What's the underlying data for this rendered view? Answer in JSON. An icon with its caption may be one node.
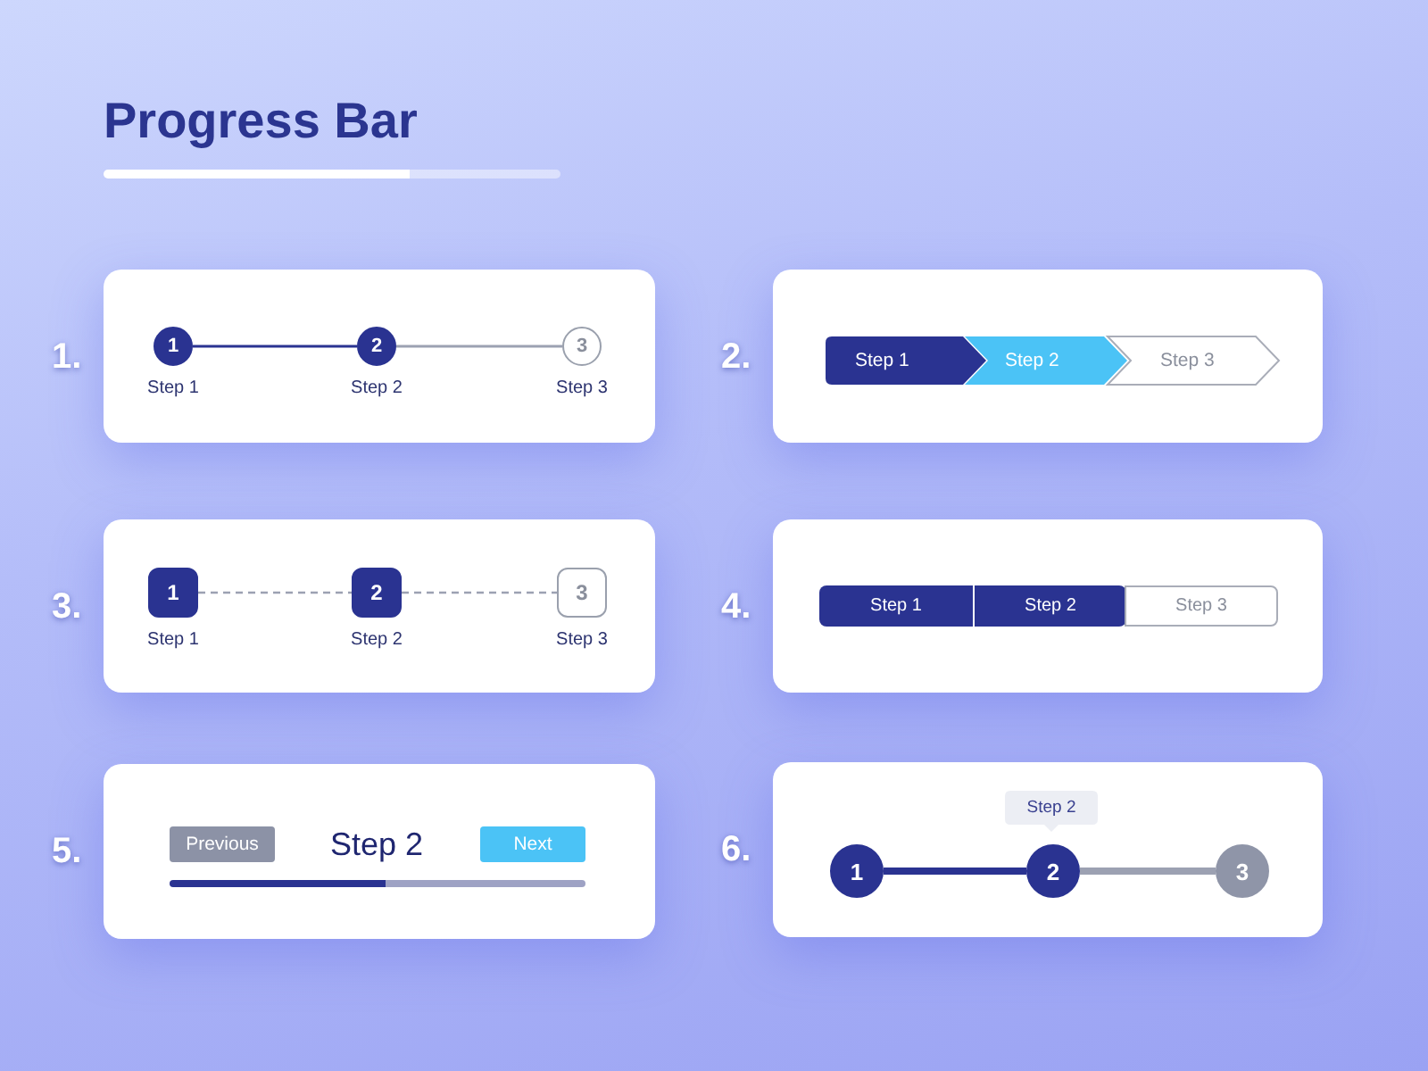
{
  "diagram": {
    "title": "Progress Bar",
    "nodes": [
      {
        "text": [],
        "shape": "box",
        "beside": [
          "1."
        ]
      },
      {
        "text": [
          "1"
        ],
        "in": 0,
        "beside": [
          "Step 1"
        ]
      },
      {
        "text": [
          "2"
        ],
        "in": 0,
        "beside": [
          "Step 2"
        ]
      },
      {
        "text": [
          "3"
        ],
        "in": 0,
        "beside": [
          "Step 3"
        ]
      },
      {
        "text": [],
        "shape": "box",
        "beside": [
          "2."
        ]
      },
      {
        "text": [
          "Step 1"
        ],
        "in": 4
      },
      {
        "text": [
          "Step 2"
        ],
        "in": 4
      },
      {
        "text": [
          "Step 3"
        ],
        "in": 4
      },
      {
        "text": [],
        "shape": "box",
        "beside": [
          "3."
        ]
      },
      {
        "text": [
          "1"
        ],
        "in": 8,
        "beside": [
          "Step 1"
        ]
      },
      {
        "text": [
          "2"
        ],
        "in": 8,
        "beside": [
          "Step 2"
        ]
      },
      {
        "text": [
          "3"
        ],
        "in": 8,
        "beside": [
          "Step 3"
        ]
      },
      {
        "text": [],
        "shape": "box",
        "beside": [
          "4."
        ]
      },
      {
        "text": [
          "Step 1"
        ],
        "in": 12
      },
      {
        "text": [
          "Step 2"
        ],
        "in": 12
      },
      {
        "text": [
          "Step 3"
        ],
        "in": 12
      },
      {
        "text": [
          "Step 2"
        ],
        "beside": [
          "5."
        ]
      },
      {
        "text": [
          "Previous"
        ],
        "in": 16
      },
      {
        "text": [
          "Next"
        ],
        "in": 16
      },
      {
        "text": [],
        "shape": "box",
        "beside": [
          "6."
        ]
      },
      {
        "text": [
          "Step 2"
        ],
        "in": 19
      },
      {
        "text": [
          "1"
        ],
        "in": 19
      },
      {
        "text": [
          "2"
        ],
        "in": 19
      },
      {
        "text": [
          "3"
        ],
        "in": 19
      }
    ],
    "edges": [
      {
        "from": 1,
        "to": 2,
        "arrow": "none",
        "color": "#2a3391"
      },
      {
        "from": 2,
        "to": 3,
        "arrow": "none"
      },
      {
        "from": 9,
        "to": 10,
        "arrow": "none",
        "style": "dashed"
      },
      {
        "from": 10,
        "to": 11,
        "arrow": "none",
        "style": "dashed"
      },
      {
        "from": 21,
        "to": 22,
        "arrow": "none",
        "style": "thick",
        "color": "#2a3391"
      },
      {
        "from": 22,
        "to": 23,
        "arrow": "none",
        "style": "thick"
      }
    ]
  }
}
